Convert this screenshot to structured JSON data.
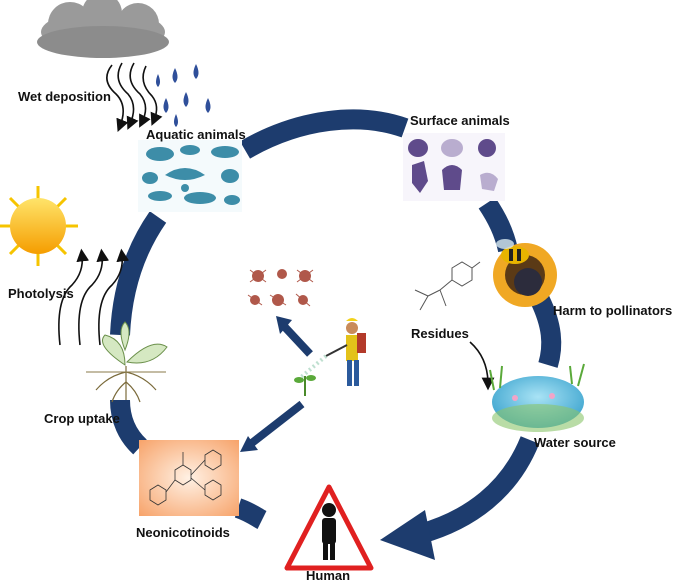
{
  "labels": {
    "wet_deposition": "Wet deposition",
    "aquatic_animals": "Aquatic animals",
    "surface_animals": "Surface animals",
    "photolysis": "Photolysis",
    "harm_to_pollinators": "Harm to pollinators",
    "residues": "Residues",
    "crop_uptake": "Crop uptake",
    "water_source": "Water source",
    "neonicotinoids": "Neonicotinoids",
    "human": "Human"
  },
  "colors": {
    "cycle_arrow": "#1d3c6e",
    "cloud": "#9a9a9a",
    "rain_drop": "#2f4f9a",
    "sun": "#f6c400",
    "aquatic": "#3d8da8",
    "surface_animals": "#5f4b8b",
    "pests": "#b0584a",
    "neonic_box": "#f7a36a",
    "warning_triangle": "#e02020",
    "water": "#58b9d9",
    "grass": "#5aa93a",
    "bee_flower": "#f0a824"
  },
  "icons": [
    "cloud-icon",
    "rain-drops-icon",
    "sun-icon",
    "aquatic-animals-icon",
    "surface-animals-icon",
    "pests-icon",
    "farmer-sprayer-icon",
    "bee-on-flower-icon",
    "chemical-structure-icon",
    "plant-roots-icon",
    "pond-icon",
    "neonicotinoid-structures-icon",
    "human-warning-icon"
  ]
}
